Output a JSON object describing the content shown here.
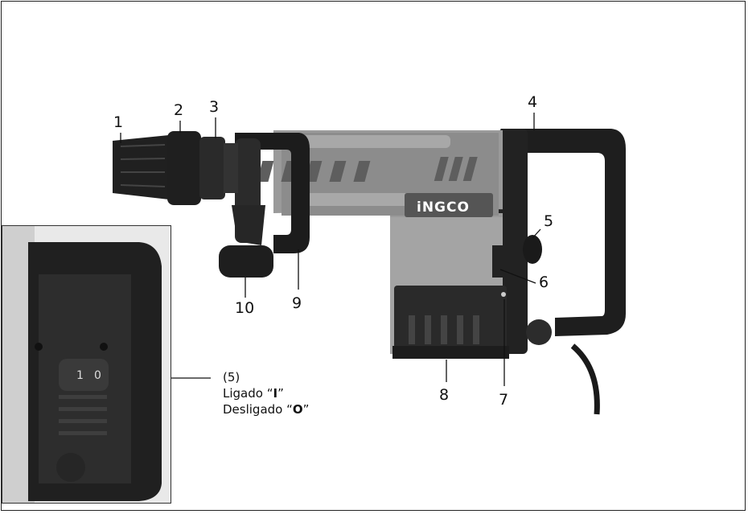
{
  "callouts": {
    "c1": "1",
    "c2": "2",
    "c3": "3",
    "c4": "4",
    "c5": "5",
    "c6": "6",
    "c7": "7",
    "c8": "8",
    "c9": "9",
    "c10": "10"
  },
  "brand": "iNGCO",
  "switch": {
    "on": "1",
    "off": "0"
  },
  "caption": {
    "ref": "(5)",
    "on_prefix": "Ligado “",
    "on_symbol": "I",
    "on_suffix": "”",
    "off_prefix": "Desligado “",
    "off_symbol": "O",
    "off_suffix": "”"
  }
}
